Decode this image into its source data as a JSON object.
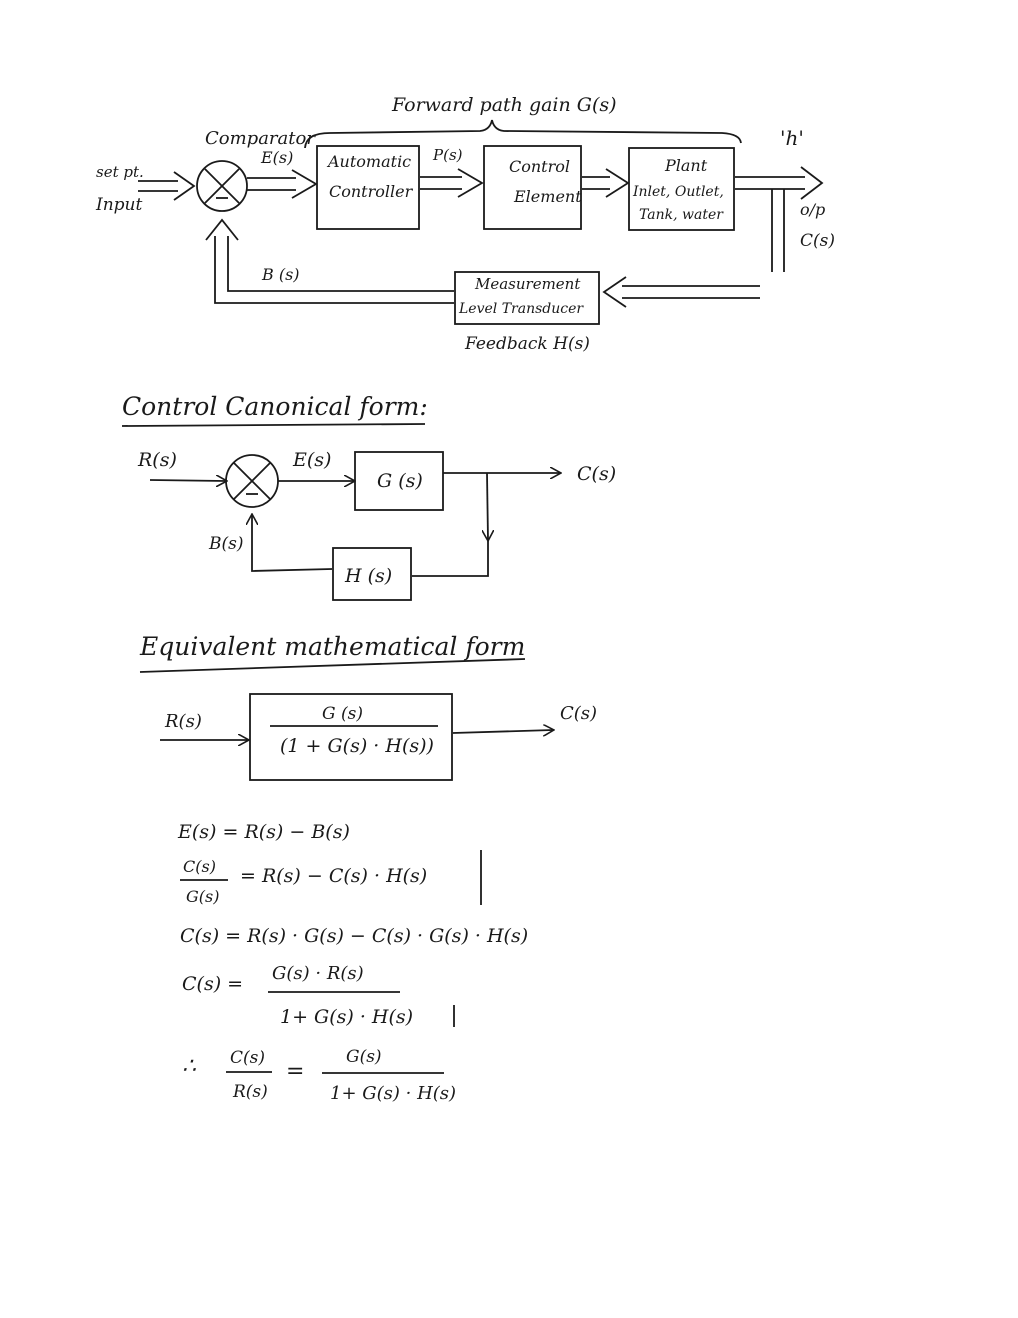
{
  "diagram1": {
    "forward_path": "Forward path gain  G(s)",
    "h_label": "'h'",
    "comparator": "Comparator",
    "set_pt": "set pt.",
    "input": "Input",
    "es": "E(s)",
    "ps": "P(s)",
    "auto_ctrl": [
      "Automatic",
      "Controller"
    ],
    "ctrl_elem": [
      "Control",
      "Element"
    ],
    "plant": [
      "Plant",
      "Inlet, Outlet,",
      "Tank, water"
    ],
    "op": "o/p",
    "cs": "C(s)",
    "bs": "B (s)",
    "meas": [
      "Measurement",
      "Level  Transducer"
    ],
    "feedback": "Feedback  H(s)"
  },
  "section2": {
    "title": "Control  Canonical  form:",
    "rs": "R(s)",
    "es": "E(s)",
    "gs": "G (s)",
    "cs": "C(s)",
    "bs": "B(s)",
    "hs": "H (s)"
  },
  "section3": {
    "title": "Equivalent  mathematical  form",
    "rs": "R(s)",
    "num": "G (s)",
    "den": "(1 + G(s) · H(s))",
    "cs": "C(s)"
  },
  "equations": {
    "eq1": "E(s)  =   R(s) − B(s)",
    "eq2_num": "C(s)",
    "eq2_den": "G(s)",
    "eq2_rhs": "=   R(s) −   C(s) · H(s)",
    "eq3": "C(s) =  R(s) · G(s) − C(s) · G(s) · H(s)",
    "eq4_lhs": "C(s)    =",
    "eq4_num": "G(s) · R(s)",
    "eq4_den": "1+ G(s) · H(s)",
    "eq5_therefore": "∴",
    "eq5_num": "C(s)",
    "eq5_den": "R(s)",
    "eq5_eq": "=",
    "eq5_rnum": "G(s)",
    "eq5_rden": "1+ G(s) · H(s)"
  }
}
